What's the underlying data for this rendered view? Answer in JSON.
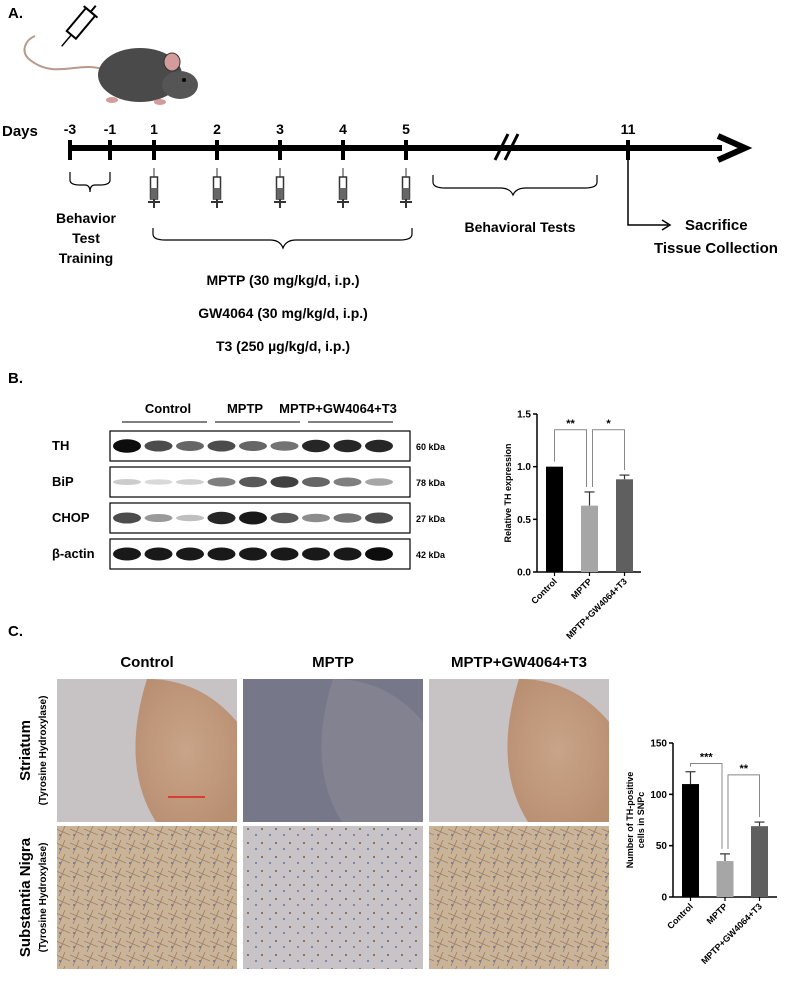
{
  "panels": {
    "a": "A.",
    "b": "B.",
    "c": "C."
  },
  "timeline": {
    "axis_label": "Days",
    "days": [
      "-3",
      "-1",
      "1",
      "2",
      "3",
      "4",
      "5",
      "11"
    ],
    "training_label": [
      "Behavior",
      "Test",
      "Training"
    ],
    "behavioral_tests": "Behavioral Tests",
    "sacrifice": "Sacrifice",
    "tissue": "Tissue Collection",
    "treatments": [
      "MPTP (30 mg/kg/d, i.p.)",
      "GW4064 (30 mg/kg/d, i.p.)",
      "T3 (250 µg/kg/d, i.p.)"
    ]
  },
  "blot": {
    "groups": [
      "Control",
      "MPTP",
      "MPTP+GW4064+T3"
    ],
    "rows": [
      {
        "label": "TH",
        "kda": "60 kDa"
      },
      {
        "label": "BiP",
        "kda": "78 kDa"
      },
      {
        "label": "CHOP",
        "kda": "27 kDa"
      },
      {
        "label": "β-actin",
        "kda": "42 kDa"
      }
    ]
  },
  "histology": {
    "columns": [
      "Control",
      "MPTP",
      "MPTP+GW4064+T3"
    ],
    "rows": [
      {
        "label": "Striatum",
        "sub": "(Tyrosine Hydroxylase)"
      },
      {
        "label": "Substantia Nigra",
        "sub": "(Tyrosine Hydroxylase)"
      }
    ]
  },
  "chart_data": [
    {
      "type": "bar",
      "categories": [
        "Control",
        "MPTP",
        "MPTP+GW4064+T3"
      ],
      "values": [
        1.0,
        0.63,
        0.88
      ],
      "errors": [
        0,
        0.13,
        0.04
      ],
      "colors": [
        "#000000",
        "#a6a6a6",
        "#5f5f5f"
      ],
      "ylabel": "Relative TH expression",
      "ylim": [
        0,
        1.5
      ],
      "yticks": [
        "0.0",
        "0.5",
        "1.0",
        "1.5"
      ],
      "significance": [
        {
          "pair": [
            0,
            1
          ],
          "label": "**"
        },
        {
          "pair": [
            1,
            2
          ],
          "label": "*"
        }
      ]
    },
    {
      "type": "bar",
      "categories": [
        "Control",
        "MPTP",
        "MPTP+GW4064+T3"
      ],
      "values": [
        110,
        35,
        69
      ],
      "errors": [
        12,
        7,
        4
      ],
      "colors": [
        "#000000",
        "#a6a6a6",
        "#5f5f5f"
      ],
      "ylabel": [
        "Number of TH-positive",
        "cells in SNPc"
      ],
      "ylim": [
        0,
        150
      ],
      "yticks": [
        "0",
        "50",
        "100",
        "150"
      ],
      "significance": [
        {
          "pair": [
            0,
            1
          ],
          "label": "***"
        },
        {
          "pair": [
            1,
            2
          ],
          "label": "**"
        }
      ]
    }
  ]
}
